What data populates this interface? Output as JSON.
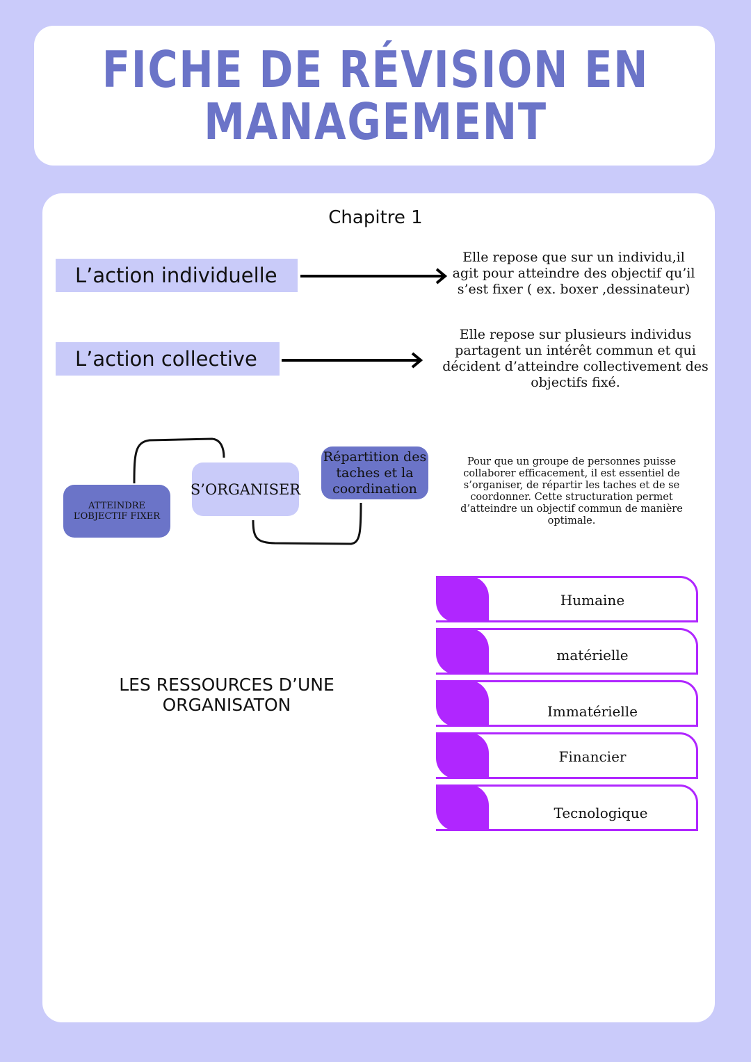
{
  "title": {
    "line1": "FICHE DE RÉVISION EN",
    "line2": "MANAGEMENT"
  },
  "chapter": "Chapitre 1",
  "actions": [
    {
      "label": "L’action individuelle",
      "description": [
        "Elle repose que sur un individu,il",
        "agit pour atteindre des objectif qu’il",
        "s’est fixer ( ex. boxer ,dessinateur)"
      ]
    },
    {
      "label": "L’action collective",
      "description": [
        "Elle repose sur plusieurs individus",
        "partagent un intérêt commun et qui",
        "décident d’atteindre collectivement des",
        "objectifs fixé."
      ]
    }
  ],
  "diagram": {
    "goal": [
      "ATTEINDRE",
      "L’OBJECTIF FIXER"
    ],
    "organize": "S’ORGANISER",
    "split": [
      "Répartition des",
      "taches et la",
      "coordination"
    ]
  },
  "organize_text": [
    "Pour que un groupe de personnes puisse",
    "collaborer efficacement, il est essentiel de",
    "s’organiser, de répartir les taches et de se",
    "coordonner. Cette structuration permet",
    "d’atteindre un objectif commun de manière",
    "optimale."
  ],
  "resources": {
    "heading": [
      "LES RESSOURCES D’UNE",
      "ORGANISATON"
    ],
    "items": [
      "Humaine",
      "matérielle",
      "Immatérielle",
      "Financier",
      "Tecnologique"
    ]
  },
  "colors": {
    "background": "#cacbfa",
    "title": "#6b74c8",
    "accent": "#b026ff",
    "box_dark": "#6b74c8",
    "box_light": "#c9cbf9"
  }
}
